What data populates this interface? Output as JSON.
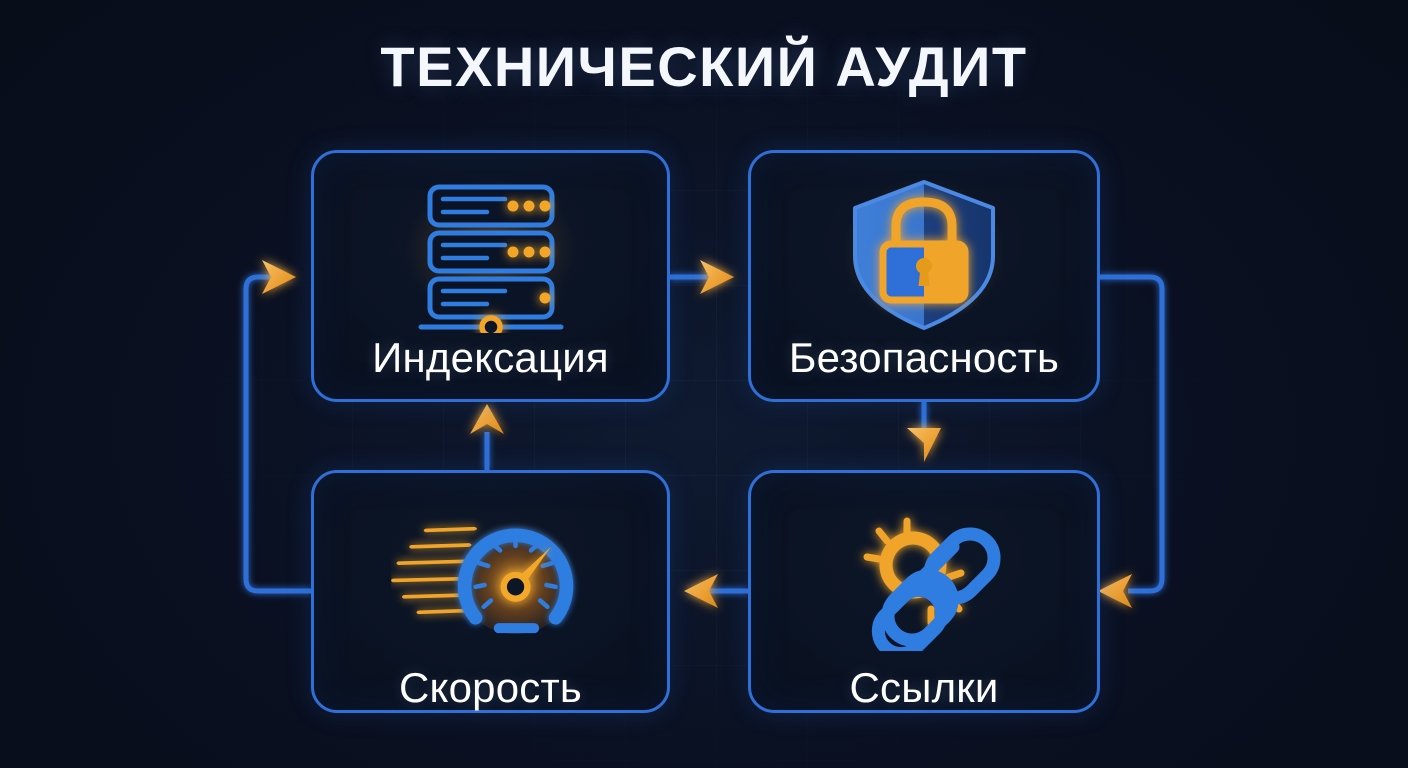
{
  "page": {
    "title": "ТЕХНИЧЕСКИЙ АУДИТ",
    "background_color": "#090f1d",
    "accent_blue": "#2f6fd8",
    "accent_orange": "#f5a623",
    "text_color": "#ffffff"
  },
  "cards": [
    {
      "id": "indexing",
      "label": "Индексация",
      "icon": "server-stack-icon",
      "position": "top-left"
    },
    {
      "id": "security",
      "label": "Безопасность",
      "icon": "shield-lock-icon",
      "position": "top-right"
    },
    {
      "id": "speed",
      "label": "Скорость",
      "icon": "speedometer-icon",
      "position": "bottom-left"
    },
    {
      "id": "links",
      "label": "Ссылки",
      "icon": "chain-link-icon",
      "position": "bottom-right"
    }
  ],
  "connectors": [
    {
      "id": "indexing-to-security",
      "from": "indexing",
      "to": "security",
      "direction": "right"
    },
    {
      "id": "security-to-links",
      "from": "security",
      "to": "links",
      "direction": "down"
    },
    {
      "id": "links-to-speed",
      "from": "links",
      "to": "speed",
      "direction": "left"
    },
    {
      "id": "speed-to-indexing",
      "from": "speed",
      "to": "indexing",
      "direction": "up"
    },
    {
      "id": "speed-loop-to-indexing",
      "from": "speed",
      "to": "indexing",
      "direction": "right",
      "path": "outer-left-loop"
    },
    {
      "id": "security-loop-to-links",
      "from": "security",
      "to": "links",
      "direction": "left",
      "path": "outer-right-loop"
    }
  ]
}
